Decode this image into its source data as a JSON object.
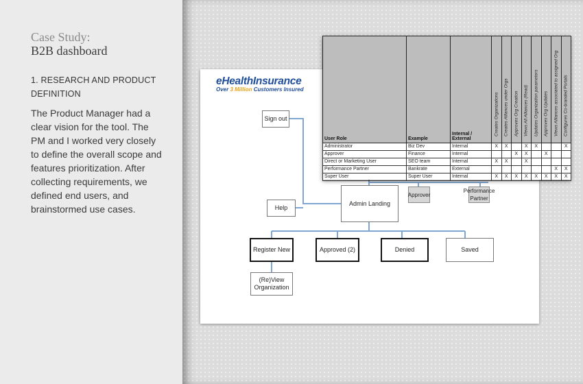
{
  "sidebar": {
    "title": "Case Study:",
    "subtitle": "B2B dashboard",
    "section_heading": "1. RESEARCH AND PRODUCT DEFINITION",
    "body": "The Product Manager had a clear vision for the tool. The PM and I worked very closely to define the overall scope and features prioritization. After collecting requirements, we defined end users, and brainstormed use cases."
  },
  "diagram": {
    "logo_brand": "eHealthInsurance",
    "logo_tag_pre": "Over ",
    "logo_tag_hl": "3 Million",
    "logo_tag_post": " Customers Insured",
    "nodes": {
      "sign_out": "Sign out",
      "help": "Help",
      "admin_landing": "Admin Landing",
      "approver": "Approver",
      "performance_partner": "Performance Partner",
      "register_new": "Register New",
      "approved": "Approved (2)",
      "denied": "Denied",
      "saved": "Saved",
      "review_org": "(Re)View Organization"
    }
  },
  "role_table": {
    "headers": {
      "user_role": "User Role",
      "example": "Example",
      "internal_external": "Internal / External",
      "permissions": [
        "Creates Organizations",
        "Creates Alliances under Orgs",
        "Approves Org Creation",
        "Views All Alliances (Read)",
        "Updates Organization parameters",
        "Approves Org Updates",
        "Views Alliances associated to assigned Org",
        "Configures Co-branded Portals"
      ]
    },
    "rows": [
      {
        "role": "Administrator",
        "example": "Biz Dev",
        "type": "Internal",
        "marks": [
          "X",
          "X",
          "",
          "X",
          "X",
          "",
          "",
          "X"
        ]
      },
      {
        "role": "Approver",
        "example": "Finance",
        "type": "Internal",
        "marks": [
          "",
          "",
          "X",
          "X",
          "",
          "X",
          "",
          ""
        ]
      },
      {
        "role": "Direct or Marketing User",
        "example": "SEO team",
        "type": "Internal",
        "marks": [
          "X",
          "X",
          "",
          "X",
          "",
          "",
          "",
          ""
        ]
      },
      {
        "role": "Performance Partner",
        "example": "Bankrate",
        "type": "External",
        "marks": [
          "",
          "",
          "",
          "",
          "",
          "",
          "X",
          "X"
        ]
      },
      {
        "role": "Super User",
        "example": "Super User",
        "type": "Internal",
        "marks": [
          "X",
          "X",
          "X",
          "X",
          "X",
          "X",
          "X",
          "X"
        ]
      }
    ]
  },
  "colors": {
    "connector": "#7ea6d0",
    "logo_blue": "#1f4e9a",
    "logo_highlight": "#e8a317"
  }
}
